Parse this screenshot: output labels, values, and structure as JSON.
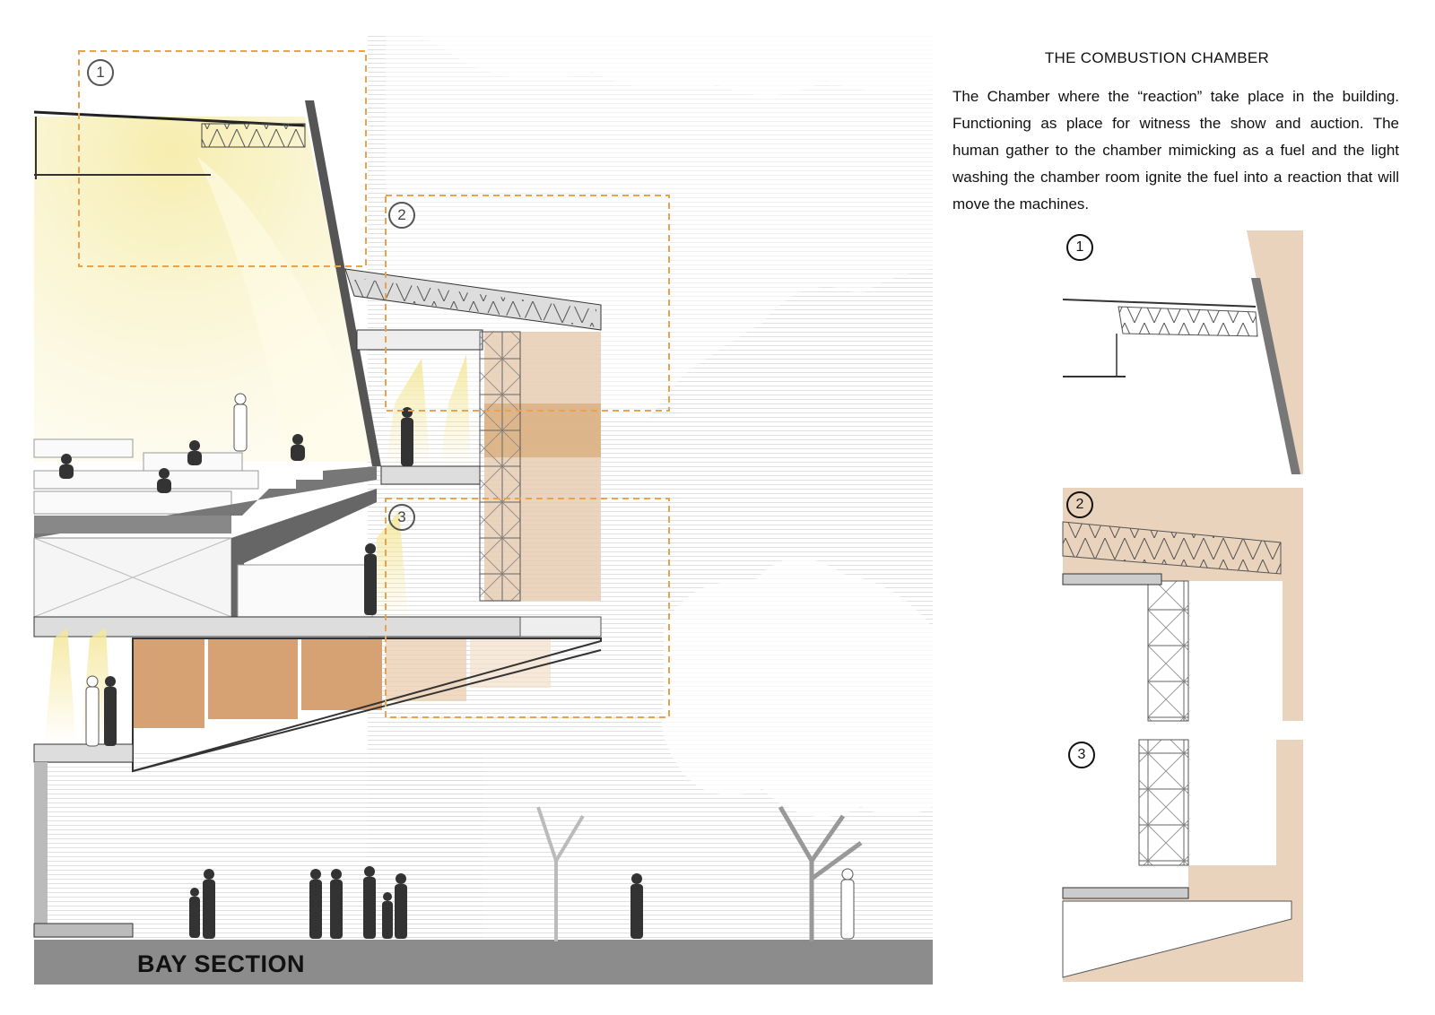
{
  "board": {
    "title": "THE COMBUSTION CHAMBER",
    "description": "The Chamber where the “reaction” take place in the building. Functioning as place for witness the show and auction. The human gather to the chamber mimicking as a fuel and the light washing the chamber room ignite the fuel into a reaction that will move the machines.",
    "section_label": "BAY SECTION"
  },
  "callouts": [
    {
      "number": "1"
    },
    {
      "number": "2"
    },
    {
      "number": "3"
    }
  ],
  "details": [
    {
      "number": "1"
    },
    {
      "number": "2"
    },
    {
      "number": "3"
    }
  ],
  "colors": {
    "callout_dash": "#e9a24e",
    "light_wash": "#f7efb4",
    "timber_panel": "#d9ab7f",
    "detail_background": "#ead3bd",
    "ground": "#8c8c8c",
    "structure": "#3a3a3a",
    "sky_hatch": "#d6d6d6"
  }
}
